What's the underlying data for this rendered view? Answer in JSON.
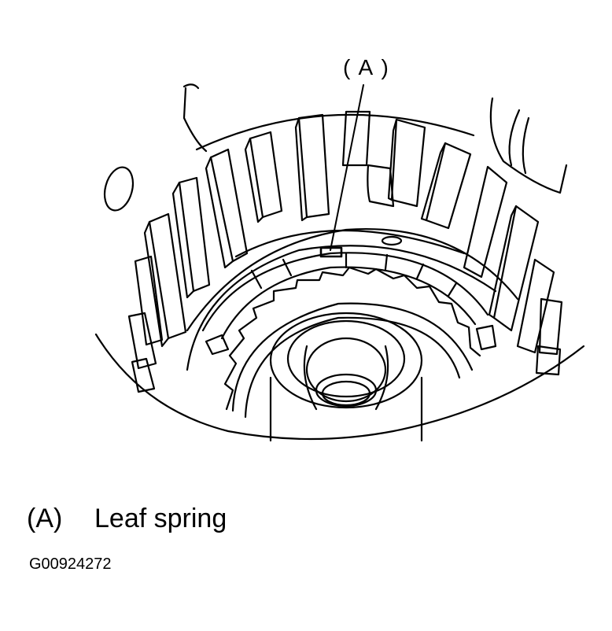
{
  "figure": {
    "callout_label": "( A )",
    "legend": [
      {
        "key": "(A)",
        "text": "Leaf spring"
      }
    ],
    "figure_id": "G00924272"
  }
}
